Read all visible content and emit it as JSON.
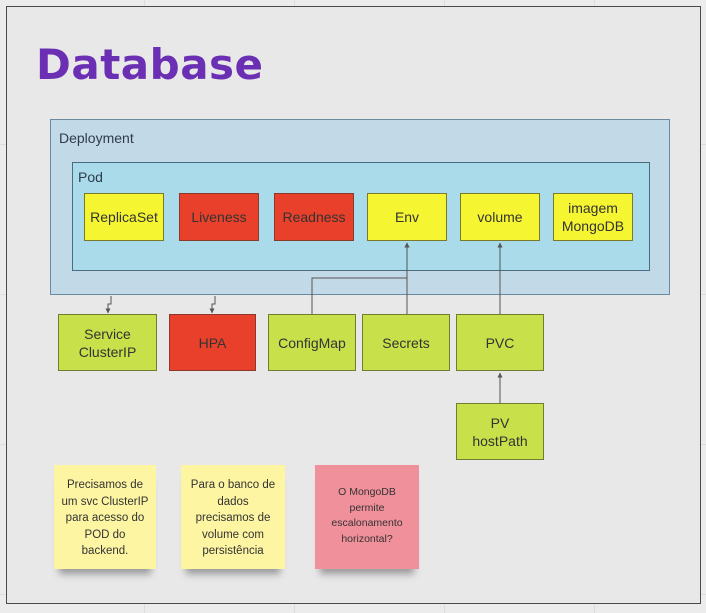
{
  "title": "Database",
  "deployment": {
    "label": "Deployment"
  },
  "pod": {
    "label": "Pod",
    "items": [
      {
        "label": "ReplicaSet",
        "color": "#f5f532"
      },
      {
        "label": "Liveness",
        "color": "#e8402a"
      },
      {
        "label": "Readness",
        "color": "#e8402a"
      },
      {
        "label": "Env",
        "color": "#f5f532"
      },
      {
        "label": "volume",
        "color": "#f5f532"
      },
      {
        "label": "imagem MongoDB",
        "color": "#f5f532"
      }
    ]
  },
  "resources": [
    {
      "label": "Service ClusterIP",
      "color": "#c8e04a"
    },
    {
      "label": "HPA",
      "color": "#e8402a"
    },
    {
      "label": "ConfigMap",
      "color": "#c8e04a"
    },
    {
      "label": "Secrets",
      "color": "#c8e04a"
    },
    {
      "label": "PVC",
      "color": "#c8e04a"
    },
    {
      "label": "PV hostPath",
      "color": "#c8e04a"
    }
  ],
  "notes": [
    {
      "text": "Precisamos de um svc ClusterIP para acesso do POD do backend.",
      "color": "#fdf5a2"
    },
    {
      "text": "Para o banco de dados precisamos de volume com persistência",
      "color": "#fdf5a2"
    },
    {
      "text": "O MongoDB permite escalonamento horizontal?",
      "color": "#f0909a"
    }
  ]
}
